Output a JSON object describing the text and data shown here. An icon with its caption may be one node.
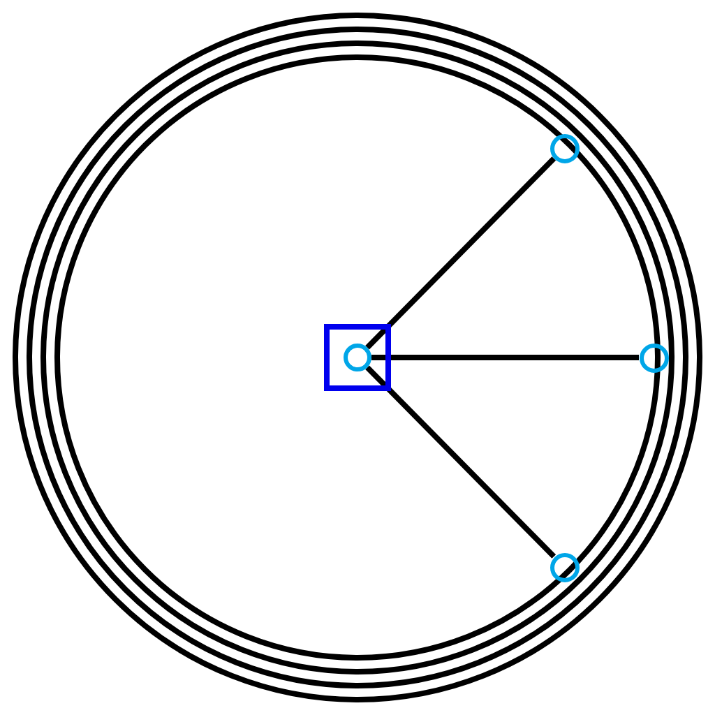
{
  "diagram": {
    "nodes": [
      {
        "text": [],
        "shape": "box"
      },
      {
        "text": [],
        "shape": "circle",
        "in": 0
      },
      {
        "text": [],
        "shape": "circle"
      },
      {
        "text": [],
        "shape": "circle"
      },
      {
        "text": [],
        "shape": "circle"
      }
    ],
    "edges": [
      {
        "from": 1,
        "to": 2,
        "arrow": "none"
      },
      {
        "from": 1,
        "to": 3,
        "arrow": "none"
      },
      {
        "from": 1,
        "to": 4,
        "arrow": "none"
      }
    ]
  }
}
